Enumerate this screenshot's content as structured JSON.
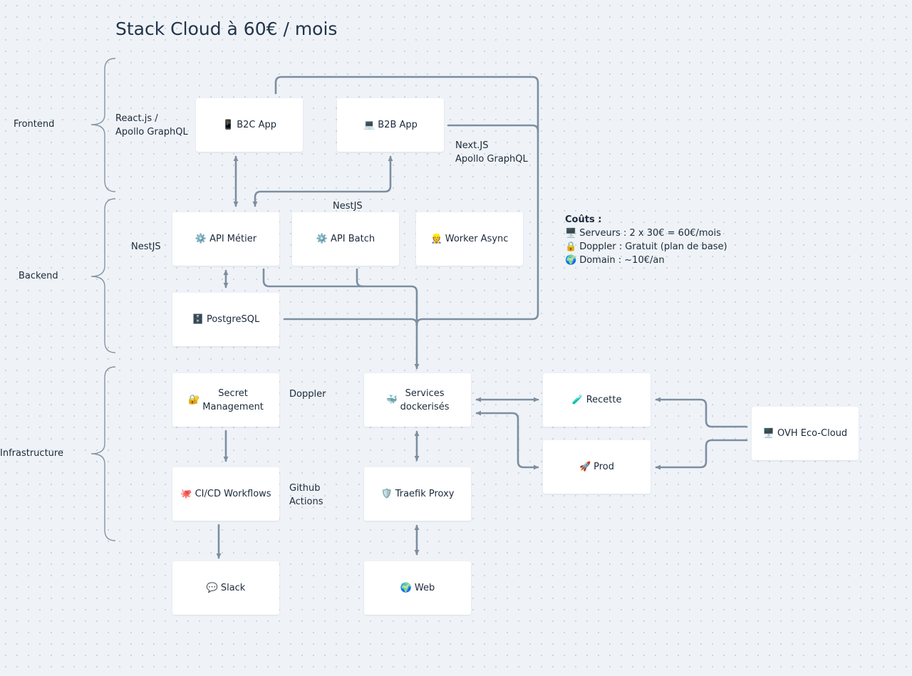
{
  "title": "Stack Cloud à 60€ / mois",
  "groups": {
    "frontend": "Frontend",
    "backend": "Backend",
    "infrastructure": "Infrastructure"
  },
  "nodes": {
    "b2c": {
      "label": "B2C App",
      "icon": "📱"
    },
    "b2b": {
      "label": "B2B App",
      "icon": "💻"
    },
    "api_metier": {
      "label": "API Métier",
      "icon": "⚙️"
    },
    "api_batch": {
      "label": "API Batch",
      "icon": "⚙️"
    },
    "worker": {
      "label": "Worker Async",
      "icon": "👷"
    },
    "postgres": {
      "label": "PostgreSQL",
      "icon": "🗄️"
    },
    "secret": {
      "label": "Secret\nManagement",
      "icon": "🔐"
    },
    "cicd": {
      "label": "CI/CD Workflows",
      "icon": "🐙"
    },
    "slack": {
      "label": "Slack",
      "icon": "💬"
    },
    "services": {
      "label": "Services\ndockerisés",
      "icon": "🐳"
    },
    "traefik": {
      "label": "Traefik Proxy",
      "icon": "🛡️"
    },
    "web": {
      "label": "Web",
      "icon": "🌍"
    },
    "recette": {
      "label": "Recette",
      "icon": "🧪"
    },
    "prod": {
      "label": "Prod",
      "icon": "🚀"
    },
    "ovh": {
      "label": "OVH Eco-Cloud",
      "icon": "🖥️"
    }
  },
  "labels": {
    "react": "React.js /\nApollo GraphQL",
    "next": "Next.JS\nApollo GraphQL",
    "nestjs_top": "NestJS",
    "nestjs_left": "NestJS",
    "doppler": "Doppler",
    "github": "Github\nActions"
  },
  "costs": {
    "title": "Coûts :",
    "items": [
      {
        "icon": "🖥️",
        "text": "Serveurs : 2 x 30€ = 60€/mois"
      },
      {
        "icon": "🔒",
        "text": "Doppler : Gratuit (plan de base)"
      },
      {
        "icon": "🌍",
        "text": "Domain : ~10€/an"
      }
    ]
  },
  "colors": {
    "connector": "#7d8ea1",
    "node_bg": "#ffffff",
    "background": "#eff3f7"
  }
}
